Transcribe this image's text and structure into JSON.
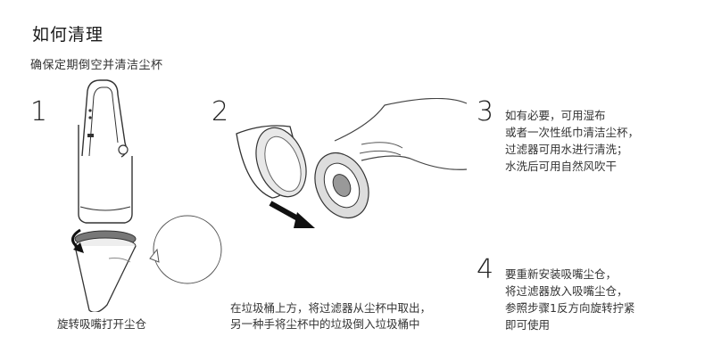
{
  "header": {
    "title": "如何清理",
    "subtitle": "确保定期倒空并清洁尘杯"
  },
  "steps": [
    {
      "number": "1",
      "caption": "旋转吸嘴打开尘仓"
    },
    {
      "number": "2",
      "caption_lines": [
        "在垃圾桶上方，将过滤器从尘杯中取出，",
        "另一种手将尘杯中的垃圾倒入垃圾桶中"
      ]
    },
    {
      "number": "3",
      "lines": [
        "如有必要，可用湿布",
        "或者一次性纸巾清洁尘杯，",
        "过滤器可用水进行清洗；",
        "水洗后可用自然风吹干"
      ]
    },
    {
      "number": "4",
      "lines": [
        "要重新安装吸嘴尘仓，",
        "将过滤器放入吸嘴尘仓，",
        "参照步骤1反方向旋转拧紧",
        "即可使用"
      ]
    }
  ]
}
